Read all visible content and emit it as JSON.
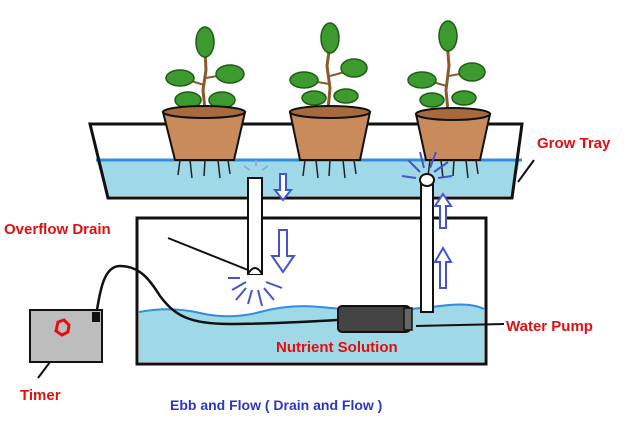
{
  "labels": {
    "grow_tray": "Grow Tray",
    "overflow_drain": "Overflow Drain",
    "water_pump": "Water Pump",
    "nutrient_solution": "Nutrient Solution",
    "timer": "Timer",
    "caption": "Ebb and Flow ( Drain and Flow )"
  },
  "colors": {
    "water": "#9fd8e6",
    "water_surface": "#2f8ee0",
    "label_red": "#e01010",
    "label_blue": "#2a36c8",
    "arrow_blue": "#4455cc",
    "pot": "#c98a5c",
    "leaf": "#3c9a2e",
    "stem": "#8a5a2b",
    "timer_body": "#bdbdbd",
    "pump": "#444444"
  },
  "icons": {
    "timer_knob": "red-circle-icon",
    "flow_arrows": "arrow-icon"
  }
}
